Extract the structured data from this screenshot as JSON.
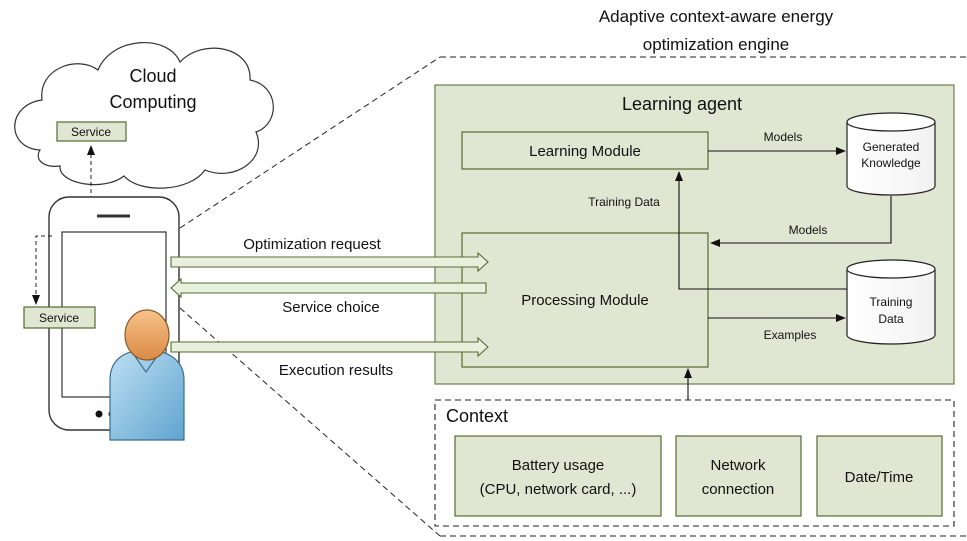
{
  "engine_title": [
    "Adaptive context-aware energy",
    "optimization engine"
  ],
  "cloud": {
    "title": [
      "Cloud",
      "Computing"
    ],
    "service_label": "Service"
  },
  "phone": {
    "service_label": "Service"
  },
  "learning_agent": {
    "title": "Learning agent",
    "learning_module": "Learning Module",
    "processing_module": "Processing Module",
    "generated_knowledge": [
      "Generated",
      "Knowledge"
    ],
    "training_data_store": [
      "Training",
      "Data"
    ],
    "edge_labels": {
      "models_top": "Models",
      "models_return": "Models",
      "training_data": "Training Data",
      "examples": "Examples"
    }
  },
  "interactions": {
    "optimization_request": "Optimization request",
    "service_choice": "Service choice",
    "execution_results": "Execution results"
  },
  "context": {
    "title": "Context",
    "battery": [
      "Battery usage",
      "(CPU, network card, ...)"
    ],
    "network": [
      "Network",
      "connection"
    ],
    "datetime": "Date/Time"
  },
  "colors": {
    "panel_fill": "#dfe7d2",
    "panel_stroke": "#6b7f4a",
    "box_fill": "#dfe7d2",
    "arrow_fill": "#e8f0dd"
  }
}
